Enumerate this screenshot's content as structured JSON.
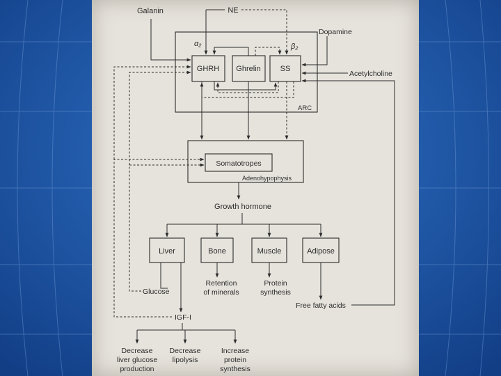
{
  "colors": {
    "slide_background": "#1f57a8",
    "paper": "#e6e3dc",
    "ink": "#2b2b2b"
  },
  "labels": {
    "galanin": "Galanin",
    "ne": "NE",
    "dopamine": "Dopamine",
    "acetylcholine": "Acetylcholine",
    "alpha2": "α₂",
    "beta2": "β₂",
    "ghrh": "GHRH",
    "ghrelin": "Ghrelin",
    "ss": "SS",
    "arc": "ARC",
    "somatotropes": "Somatotropes",
    "adenohypophysis": "Adenohypophysis",
    "growth_hormone": "Growth hormone",
    "liver": "Liver",
    "bone": "Bone",
    "muscle": "Muscle",
    "adipose": "Adipose",
    "glucose": "Glucose",
    "retention_1": "Retention",
    "retention_2": "of minerals",
    "protein_1": "Protein",
    "protein_2": "synthesis",
    "ffa": "Free fatty acids",
    "igf": "IGF-I",
    "out1_1": "Decrease",
    "out1_2": "liver glucose",
    "out1_3": "production",
    "out2_1": "Decrease",
    "out2_2": "lipolysis",
    "out3_1": "Increase",
    "out3_2": "protein",
    "out3_3": "synthesis"
  }
}
